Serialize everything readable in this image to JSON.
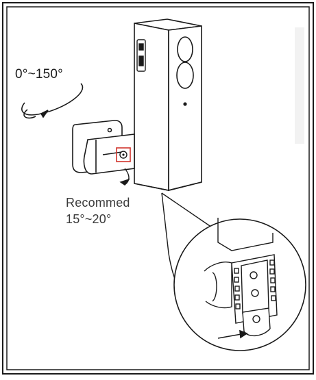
{
  "labels": {
    "rotation_range": "0°~150°",
    "recommend_word": "Recommed",
    "recommend_range": "15°~20°"
  },
  "colors": {
    "line": "#1a1a1a",
    "highlight": "#d0342c",
    "fill": "#ffffff",
    "shade": "#d9d9d9"
  },
  "icons": [
    "rotation-arrow-icon",
    "tilt-arrow-icon",
    "slide-arrow-icon"
  ]
}
